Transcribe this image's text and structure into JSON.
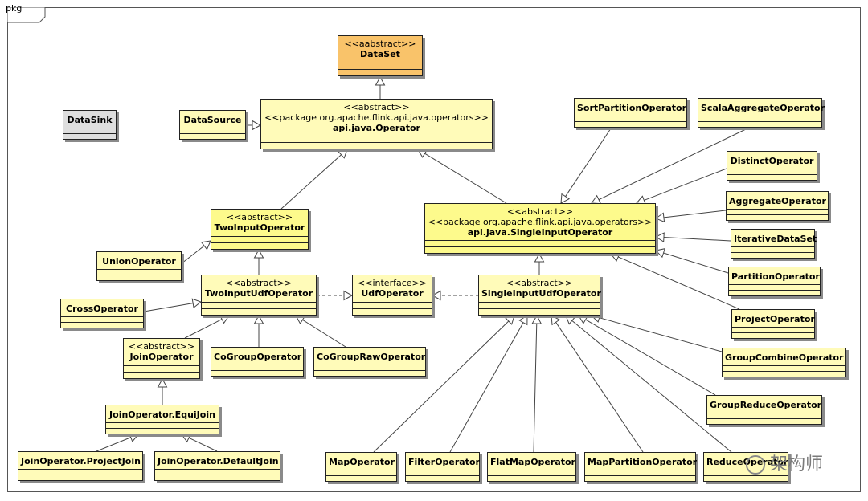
{
  "package": {
    "label": "pkg"
  },
  "nodes": {
    "dataset": {
      "stereotype": "<<aabstract>>",
      "name": "DataSet"
    },
    "datasink": {
      "name": "DataSink"
    },
    "datasource": {
      "name": "DataSource"
    },
    "operator": {
      "stereotype": "<<abstract>>",
      "package": "<<package org.apache.flink.api.java.operators>>",
      "name": "api.java.Operator"
    },
    "two_input_operator": {
      "stereotype": "<<abstract>>",
      "name": "TwoInputOperator"
    },
    "union_operator": {
      "name": "UnionOperator"
    },
    "two_input_udf_operator": {
      "stereotype": "<<abstract>>",
      "name": "TwoInputUdfOperator"
    },
    "cross_operator": {
      "name": "CrossOperator"
    },
    "udf_operator": {
      "stereotype": "<<interface>>",
      "name": "UdfOperator"
    },
    "join_operator": {
      "stereotype": "<<abstract>>",
      "name": "JoinOperator"
    },
    "cogroup_operator": {
      "name": "CoGroupOperator"
    },
    "cogroup_raw_operator": {
      "name": "CoGroupRawOperator"
    },
    "equi_join": {
      "name": "JoinOperator.EquiJoin"
    },
    "project_join": {
      "name": "JoinOperator.ProjectJoin"
    },
    "default_join": {
      "name": "JoinOperator.DefaultJoin"
    },
    "single_input_operator": {
      "stereotype": "<<abstract>>",
      "package": "<<package org.apache.flink.api.java.operators>>",
      "name": "api.java.SingleInputOperator"
    },
    "single_input_udf_operator": {
      "stereotype": "<<abstract>>",
      "name": "SingleInputUdfOperator"
    },
    "sort_partition_operator": {
      "name": "SortPartitionOperator"
    },
    "scala_aggregate_operator": {
      "name": "ScalaAggregateOperator"
    },
    "distinct_operator": {
      "name": "DistinctOperator"
    },
    "aggregate_operator": {
      "name": "AggregateOperator"
    },
    "iterative_dataset": {
      "name": "IterativeDataSet"
    },
    "partition_operator": {
      "name": "PartitionOperator"
    },
    "project_operator": {
      "name": "ProjectOperator"
    },
    "group_combine_operator": {
      "name": "GroupCombineOperator"
    },
    "group_reduce_operator": {
      "name": "GroupReduceOperator"
    },
    "map_operator": {
      "name": "MapOperator"
    },
    "filter_operator": {
      "name": "FilterOperator"
    },
    "flatmap_operator": {
      "name": "FlatMapOperator"
    },
    "map_partition_operator": {
      "name": "MapPartitionOperator"
    },
    "reduce_operator": {
      "name": "ReduceOperator"
    }
  },
  "watermark": {
    "text": "架构师"
  }
}
